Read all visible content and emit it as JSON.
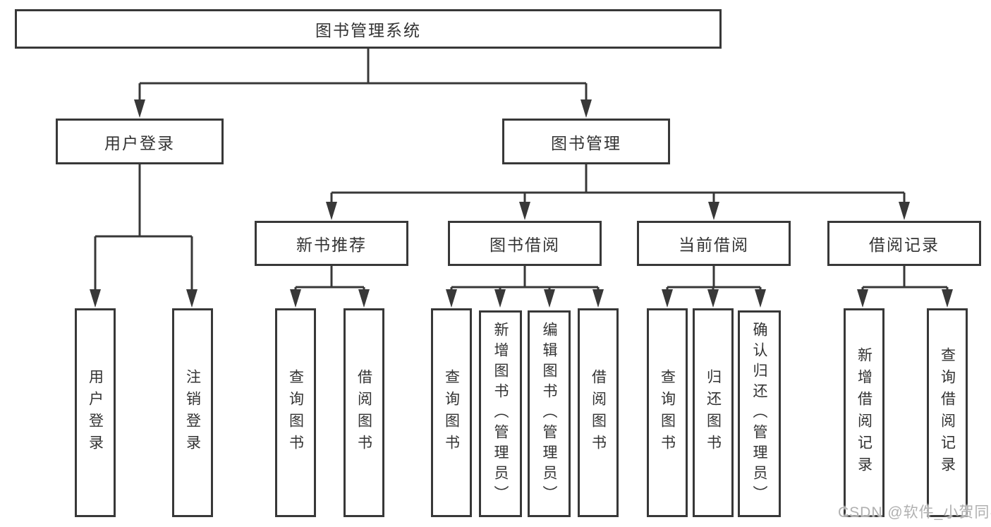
{
  "diagram": {
    "root_label": "图书管理系统",
    "branches": [
      {
        "label": "用户登录",
        "leaves": [
          "用户登录",
          "注销登录"
        ]
      },
      {
        "label": "图书管理",
        "groups": [
          {
            "label": "新书推荐",
            "leaves": [
              "查询图书",
              "借阅图书"
            ]
          },
          {
            "label": "图书借阅",
            "leaves": [
              "查询图书",
              "新增图书（管理员）",
              "编辑图书（管理员）",
              "借阅图书"
            ]
          },
          {
            "label": "当前借阅",
            "leaves": [
              "查询图书",
              "归还图书",
              "确认归还（管理员）"
            ]
          },
          {
            "label": "借阅记录",
            "leaves": [
              "新增借阅记录",
              "查询借阅记录"
            ]
          }
        ]
      }
    ]
  },
  "watermark": {
    "text": "CSDN @软件_小贺同学"
  },
  "colors": {
    "line": "#383838",
    "text": "#333333",
    "watermark": "#b0b0b0",
    "background": "#ffffff"
  }
}
